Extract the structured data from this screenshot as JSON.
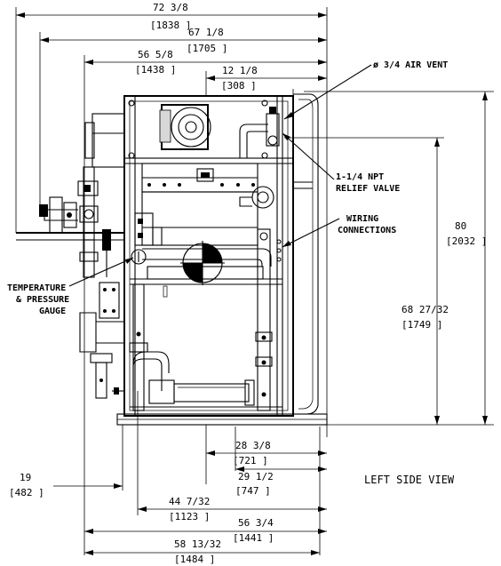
{
  "dimensions": {
    "d1": {
      "imperial": "72 3/8",
      "metric": "[1838 ]"
    },
    "d2": {
      "imperial": "67 1/8",
      "metric": "[1705 ]"
    },
    "d3": {
      "imperial": "56 5/8",
      "metric": "[1438 ]"
    },
    "d4": {
      "imperial": "12 1/8",
      "metric": "[308 ]"
    },
    "d5": {
      "imperial": "80",
      "metric": "[2032 ]"
    },
    "d6": {
      "imperial": "68 27/32",
      "metric": "[1749 ]"
    },
    "d7": {
      "imperial": "28 3/8",
      "metric": "[721 ]"
    },
    "d8": {
      "imperial": "29 1/2",
      "metric": "[747 ]"
    },
    "d9": {
      "imperial": "19",
      "metric": "[482 ]"
    },
    "d10": {
      "imperial": "44 7/32",
      "metric": "[1123 ]"
    },
    "d11": {
      "imperial": "56 3/4",
      "metric": "[1441 ]"
    },
    "d12": {
      "imperial": "58 13/32",
      "metric": "[1484 ]"
    }
  },
  "labels": {
    "air_vent": "ø 3/4 AIR VENT",
    "relief_valve_1": "1-1/4 NPT",
    "relief_valve_2": "RELIEF VALVE",
    "wiring_1": "WIRING",
    "wiring_2": "CONNECTIONS",
    "temp_1": "TEMPERATURE",
    "temp_2": "& PRESSURE",
    "temp_3": "GAUGE",
    "view_title": "LEFT SIDE VIEW"
  }
}
